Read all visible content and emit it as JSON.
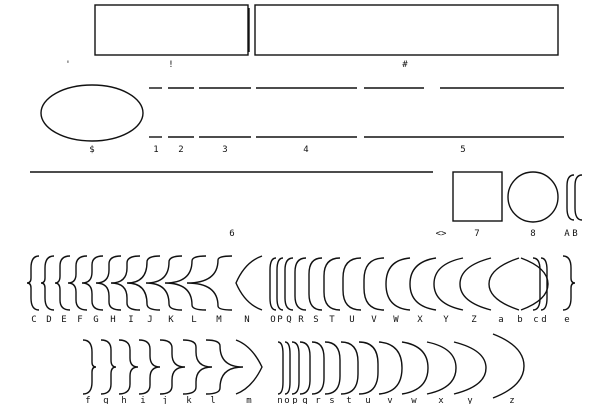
{
  "colors": {
    "ink": "#111111",
    "background": "#ffffff"
  },
  "top_row": {
    "labels": [
      "'",
      "!",
      "#"
    ]
  },
  "second_row": {
    "labels": [
      "$",
      "1",
      "2",
      "3",
      "4",
      "5"
    ]
  },
  "third_row": {
    "labels": [
      "6",
      "<>",
      "7",
      "8",
      "A",
      "B"
    ]
  },
  "brace_row_1": {
    "labels": [
      "C",
      "D",
      "E",
      "F",
      "G",
      "H",
      "I",
      "J",
      "K",
      "L",
      "M",
      "N",
      "O",
      "P",
      "Q",
      "R",
      "S",
      "T",
      "U",
      "V",
      "W",
      "X",
      "Y",
      "Z",
      "a",
      "b",
      "c",
      "d",
      "e"
    ]
  },
  "brace_row_2": {
    "labels": [
      "f",
      "g",
      "h",
      "i",
      "j",
      "k",
      "l",
      "m",
      "n",
      "o",
      "p",
      "q",
      "r",
      "s",
      "t",
      "u",
      "v",
      "w",
      "x",
      "y",
      "z"
    ]
  }
}
